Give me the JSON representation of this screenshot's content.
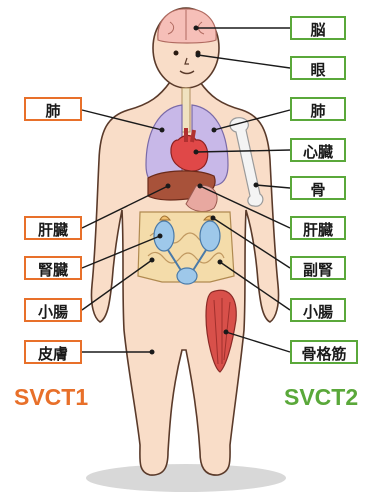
{
  "colors": {
    "svct1": "#e8702a",
    "svct2": "#5aa83a",
    "skin": "#f9ddc8",
    "skin_outline": "#5a3a2a",
    "lung": "#c8b8e8",
    "heart": "#e04848",
    "liver": "#a8523a",
    "kidney": "#9ec8ea",
    "intestine": "#f4dcaa",
    "muscle": "#d8504a",
    "bone": "#f4f4f4",
    "brain": "#f6bfb8"
  },
  "groups": {
    "svct1": "SVCT1",
    "svct2": "SVCT2"
  },
  "left_labels": [
    {
      "id": "lung-left",
      "text": "肺"
    },
    {
      "id": "liver-left",
      "text": "肝臓"
    },
    {
      "id": "kidney-left",
      "text": "腎臓"
    },
    {
      "id": "intestine-left",
      "text": "小腸"
    },
    {
      "id": "skin-left",
      "text": "皮膚"
    }
  ],
  "right_labels": [
    {
      "id": "brain-right",
      "text": "脳"
    },
    {
      "id": "eye-right",
      "text": "眼"
    },
    {
      "id": "lung-right",
      "text": "肺"
    },
    {
      "id": "heart-right",
      "text": "心臓"
    },
    {
      "id": "bone-right",
      "text": "骨"
    },
    {
      "id": "liver-right",
      "text": "肝臓"
    },
    {
      "id": "adrenal-right",
      "text": "副腎"
    },
    {
      "id": "intestine-right",
      "text": "小腸"
    },
    {
      "id": "muscle-right",
      "text": "骨格筋"
    }
  ]
}
